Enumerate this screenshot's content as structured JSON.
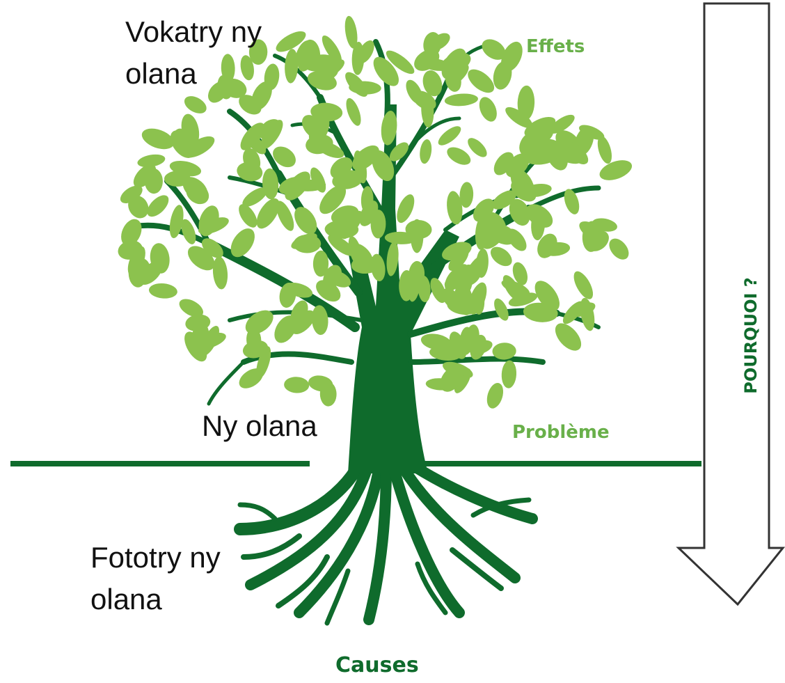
{
  "labels": {
    "effects_local_line1": "Vokatry ny",
    "effects_local_line2": "olana",
    "effects": "Effets",
    "problem_local": "Ny olana",
    "problem": "Problème",
    "causes_local_line1": "Fototry ny",
    "causes_local_line2": "olana",
    "causes": "Causes",
    "arrow": "POURQUOI ?"
  },
  "colors": {
    "trunk": "#0f6b2c",
    "leaf": "#8cc24e",
    "label_green": "#69b04a",
    "arrow_text": "#0f6b2c",
    "arrow_outline": "#333333"
  }
}
